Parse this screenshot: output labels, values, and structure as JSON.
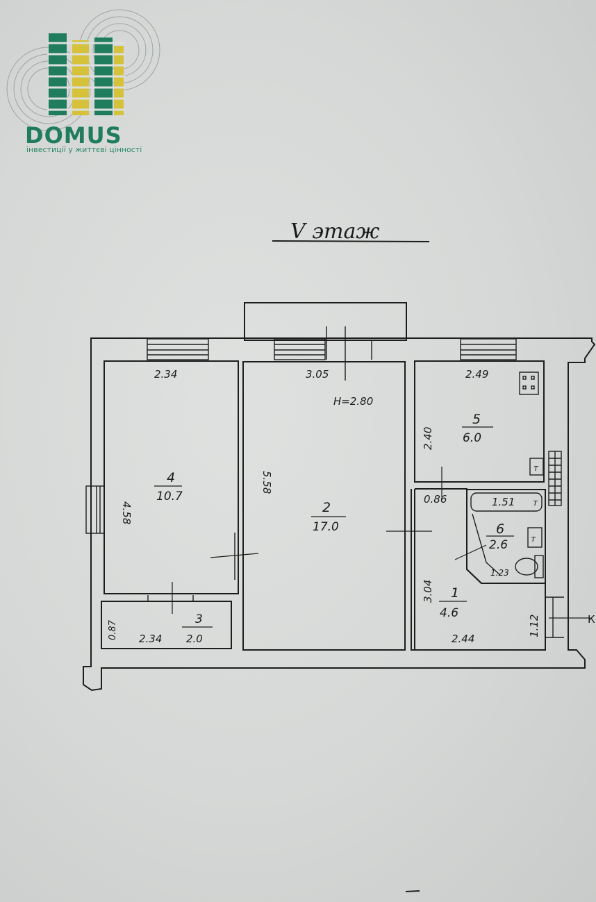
{
  "logo": {
    "name": "DOMUS",
    "tagline": "інвестиції у життєві цінності",
    "colors": {
      "green": "#1f7d5d",
      "yellow": "#d6c23a"
    }
  },
  "plan": {
    "floor_title": "V  этаж",
    "ceiling_height": "H=2.80",
    "entrance_mark": "К",
    "rooms": [
      {
        "id": "4",
        "number": "4",
        "area": "10.7"
      },
      {
        "id": "2",
        "number": "2",
        "area": "17.0"
      },
      {
        "id": "5",
        "number": "5",
        "area": "6.0"
      },
      {
        "id": "6",
        "number": "6",
        "area": "2.6"
      },
      {
        "id": "1",
        "number": "1",
        "area": "4.6"
      },
      {
        "id": "3",
        "number": "3",
        "area": "2.0"
      }
    ],
    "dimensions": {
      "room4_width": "2.34",
      "room4_length": "4.58",
      "room2_width": "3.05",
      "room2_length": "5.58",
      "room5_width": "2.49",
      "room5_length": "2.40",
      "corridor_gap": "0.86",
      "bath_length": "1.51",
      "bath_width": "1.23",
      "room1_length": "3.04",
      "room1_width": "2.44",
      "room1_entry": "1.12",
      "room3_width": "2.34",
      "room3_length": "0.87"
    }
  }
}
